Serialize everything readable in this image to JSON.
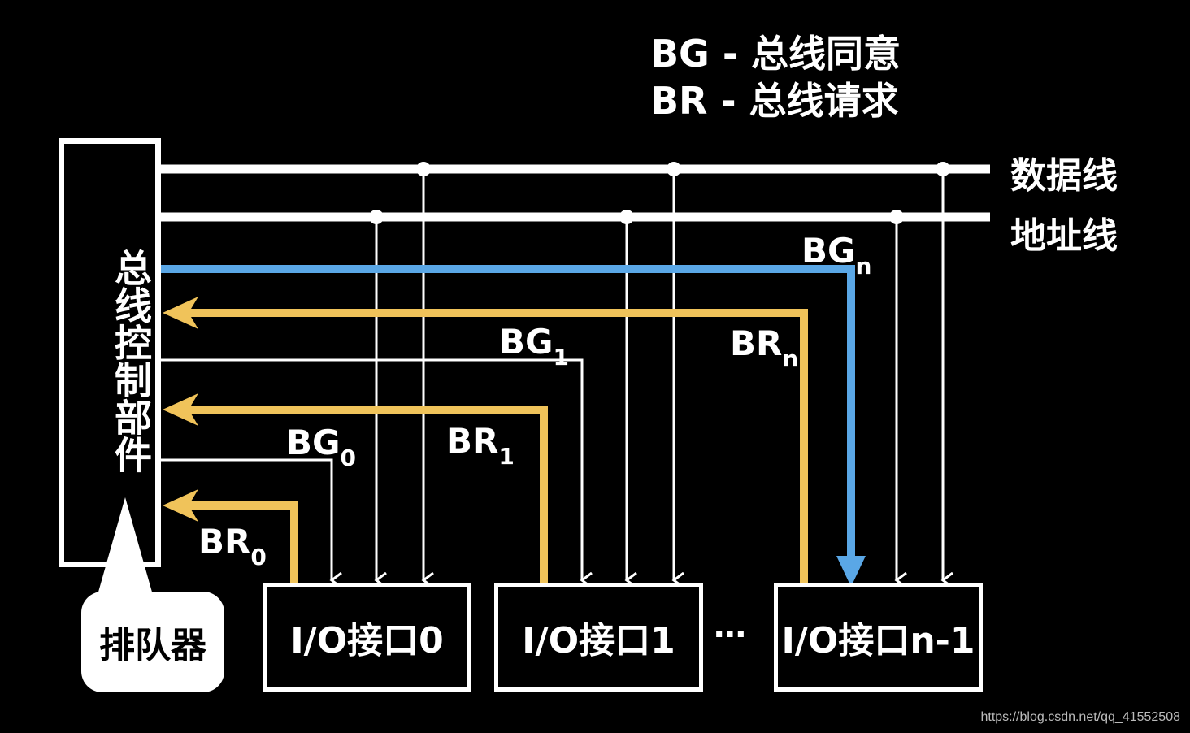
{
  "legend": {
    "bg": "BG - 总线同意",
    "br": "BR - 总线请求"
  },
  "buses": {
    "data": "数据线",
    "address": "地址线"
  },
  "controller": {
    "label": "总线控制部件",
    "queue": "排队器"
  },
  "io": {
    "iface0": "I/O接口0",
    "iface1": "I/O接口1",
    "ifaceN": "I/O接口n-1",
    "ellipsis": "…"
  },
  "signals": {
    "bg_base": "BG",
    "br_base": "BR",
    "sub0": "0",
    "sub1": "1",
    "subn": "n"
  },
  "colors": {
    "grant": "#5aa7e6",
    "request": "#f0c35a",
    "line": "#ffffff"
  },
  "watermark": "https://blog.csdn.net/qq_41552508"
}
